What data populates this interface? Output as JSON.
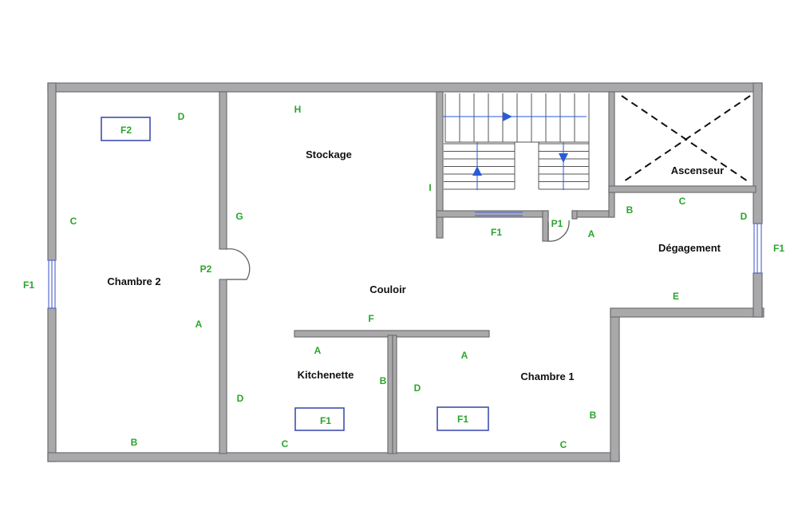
{
  "rooms": [
    {
      "id": "chambre2",
      "label": "Chambre 2"
    },
    {
      "id": "stockage",
      "label": "Stockage"
    },
    {
      "id": "couloir",
      "label": "Couloir"
    },
    {
      "id": "kitchenette",
      "label": "Kitchenette"
    },
    {
      "id": "chambre1",
      "label": "Chambre 1"
    },
    {
      "id": "degagement",
      "label": "Dégagement"
    },
    {
      "id": "ascenseur",
      "label": "Ascenseur"
    }
  ],
  "wall_labels": {
    "chambre2": {
      "a": "A",
      "b": "B",
      "c": "C",
      "d": "D"
    },
    "stockage": {
      "h": "H",
      "g": "G",
      "i": "I"
    },
    "couloir": {
      "f": "F",
      "d": "D",
      "c": "C",
      "a": "A"
    },
    "kitchenette": {
      "a": "A",
      "b": "B"
    },
    "chambre1": {
      "a": "A",
      "b": "B",
      "c": "C",
      "d": "D"
    },
    "degagement": {
      "b": "B",
      "c": "C",
      "d": "D",
      "e": "E"
    }
  },
  "openings": {
    "f1_left": "F1",
    "f1_right": "F1",
    "f1_stair": "F1",
    "p1": "P1",
    "p2": "P2"
  },
  "boxes": {
    "f2_chambre2": "F2",
    "f1_kitchenette": "F1",
    "f1_chambre1": "F1"
  },
  "colors": {
    "wall_fill": "#a9a9ab",
    "label_green": "#2aa52a",
    "box_border": "#3f4fb0",
    "stair_arrow": "#2a5ad8"
  }
}
